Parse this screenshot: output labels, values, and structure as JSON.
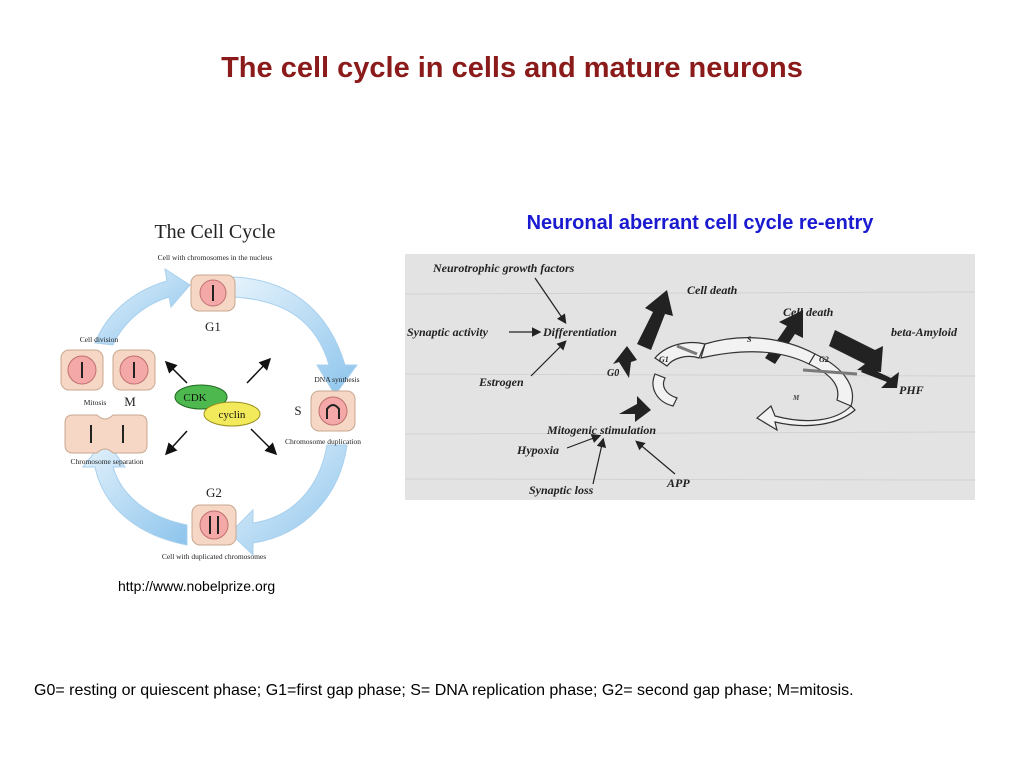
{
  "title": "The cell cycle in cells and mature neurons",
  "right_title": "Neuronal aberrant cell cycle re-entry",
  "left_diagram": {
    "heading": "The Cell Cycle",
    "top_note": "Cell with chromosomes in the nucleus",
    "g1": "G1",
    "cell_division": "Cell division",
    "dna_synthesis": "DNA synthesis",
    "m": "M",
    "s": "S",
    "mitosis": "Mitosis",
    "cdk": "CDK",
    "cyclin": "cyclin",
    "chromosome_duplication": "Chromosome duplication",
    "chromosome_separation": "Chromosome separation",
    "g2": "G2",
    "bottom_note": "Cell with duplicated chromosomes"
  },
  "right_diagram": {
    "neurotrophic": "Neurotrophic growth factors",
    "cell_death_1": "Cell death",
    "cell_death_2": "Cell death",
    "synaptic_activity": "Synaptic activity",
    "differentiation": "Differentiation",
    "beta_amyloid": "beta-Amyloid",
    "estrogen": "Estrogen",
    "g0": "G0",
    "g1": "G1",
    "s": "S",
    "g2": "G2",
    "m": "M",
    "phf": "PHF",
    "mitogenic": "Mitogenic stimulation",
    "hypoxia": "Hypoxia",
    "synaptic_loss": "Synaptic loss",
    "app": "APP"
  },
  "source": "http://www.nobelprize.org",
  "caption": "G0= resting or quiescent phase; G1=first gap phase; S= DNA replication phase; G2= second gap phase; M=mitosis.",
  "colors": {
    "title": "#8b1a1a",
    "subtitle": "#1a1ad0",
    "cdk": "#4db84d",
    "cyclin": "#f2ea5a",
    "cell_fill": "#f6d6c4",
    "nucleus": "#f4a8a8",
    "arrow_blue": "#8cc4ec"
  }
}
